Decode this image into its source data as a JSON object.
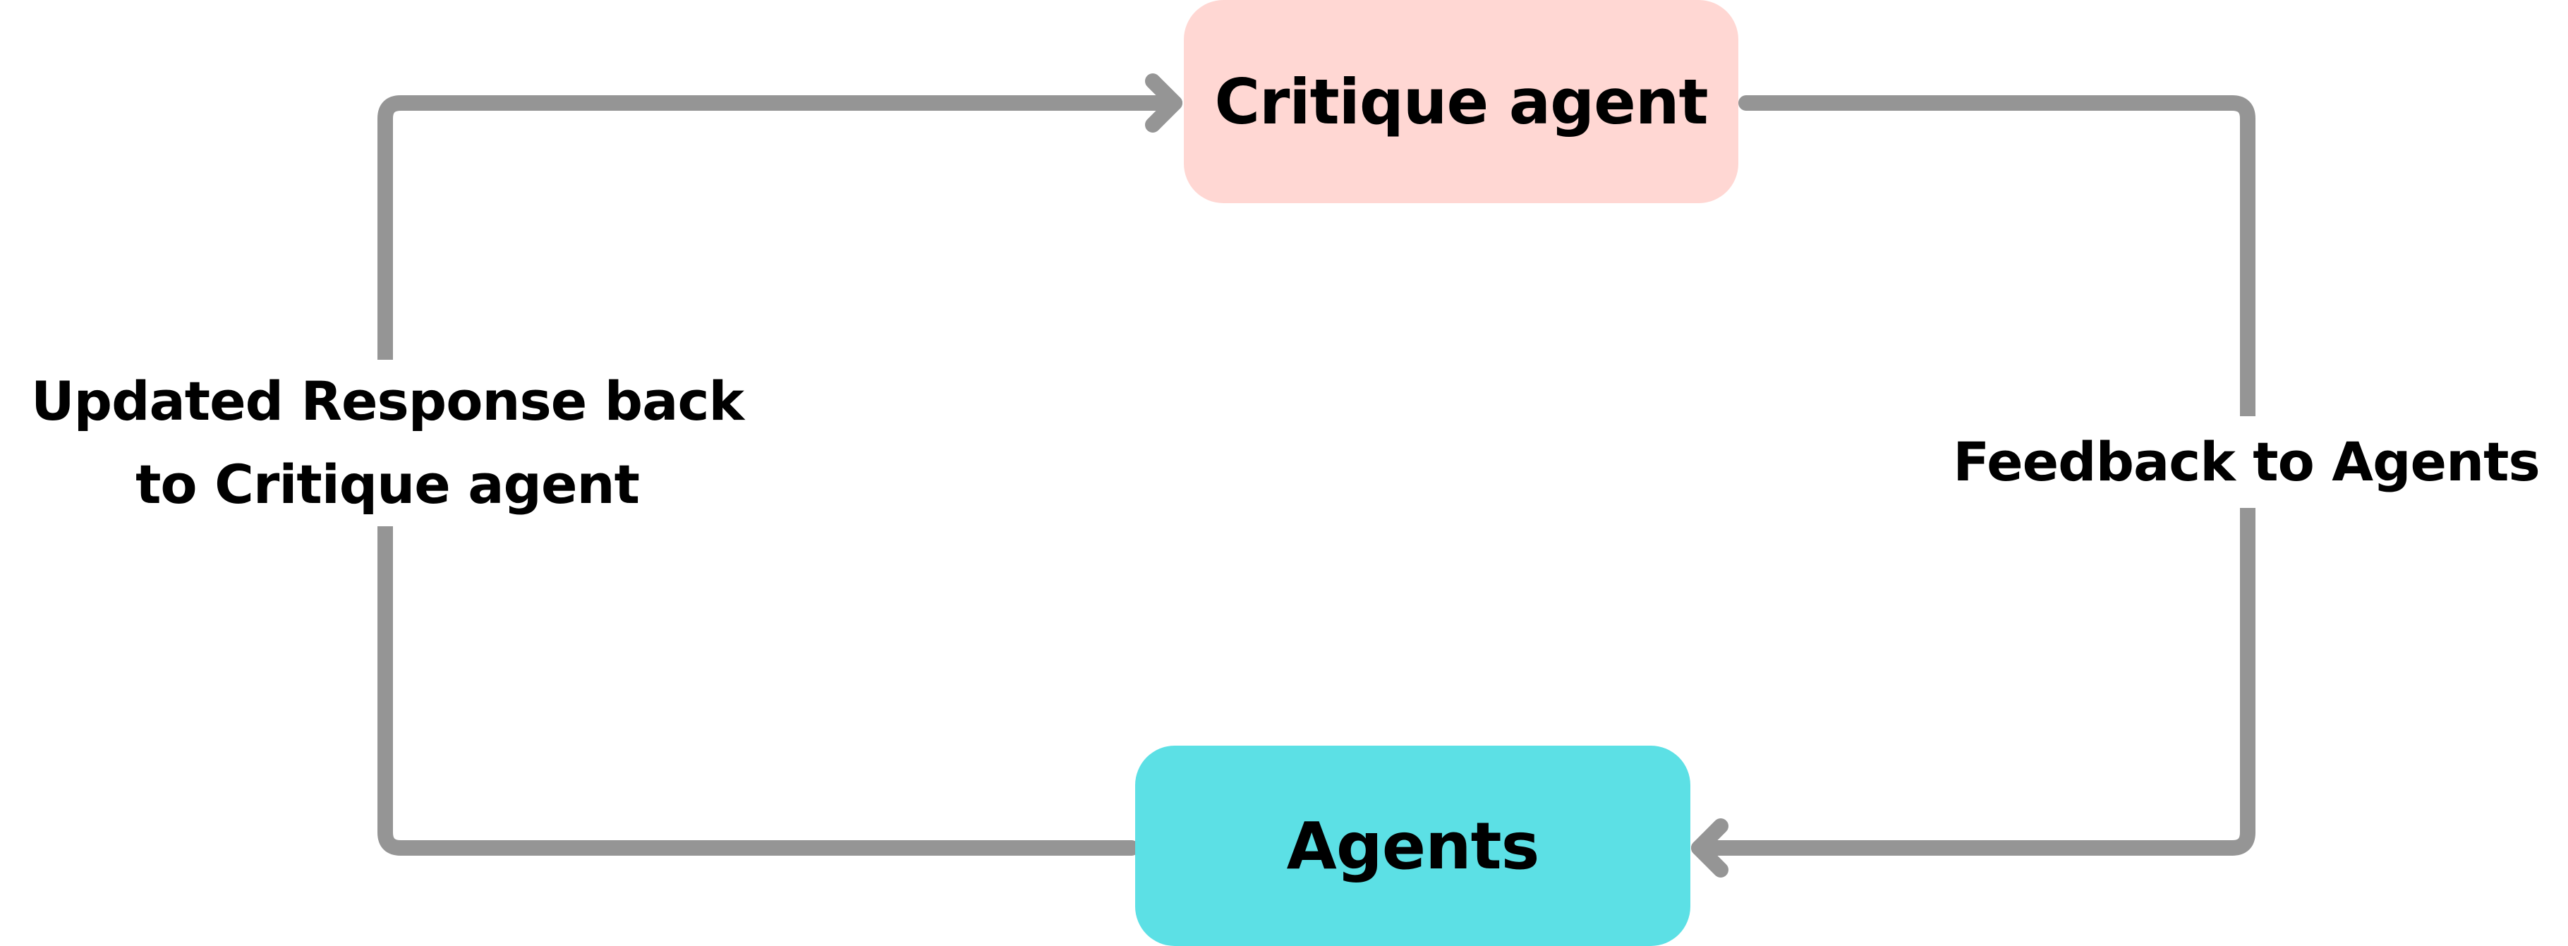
{
  "diagram": {
    "nodes": {
      "critique": {
        "label": "Critique agent",
        "color": "#ffd7d3"
      },
      "agents": {
        "label": "Agents",
        "color": "#5ce0e5"
      }
    },
    "edges": {
      "feedback": {
        "label": "Feedback to Agents",
        "from": "critique",
        "to": "agents"
      },
      "updated_response": {
        "label_line1": "Updated Response back",
        "label_line2": "to Critique agent",
        "from": "agents",
        "to": "critique"
      }
    },
    "connector_color": "#959595"
  }
}
